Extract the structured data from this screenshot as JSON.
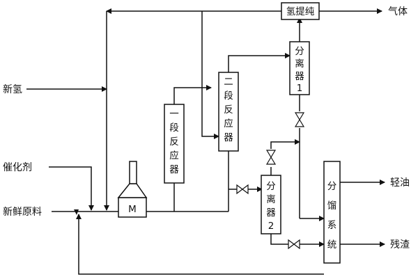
{
  "inputs": {
    "new_hydrogen": "新氢",
    "catalyst": "催化剂",
    "fresh_feed": "新鲜原料"
  },
  "outputs": {
    "gas": "气体",
    "light_oil": "轻油",
    "residue": "残渣"
  },
  "units": {
    "h2_purification": "氢提纯",
    "reactor_stage1": [
      "一",
      "段",
      "反",
      "应",
      "器"
    ],
    "reactor_stage2": [
      "二",
      "段",
      "反",
      "应",
      "器"
    ],
    "separator1": [
      "分",
      "离",
      "器",
      "1"
    ],
    "separator2": [
      "分",
      "离",
      "器",
      "2"
    ],
    "fractionation": [
      "分",
      "馏",
      "系",
      "统"
    ]
  },
  "furnace_symbol": "M"
}
